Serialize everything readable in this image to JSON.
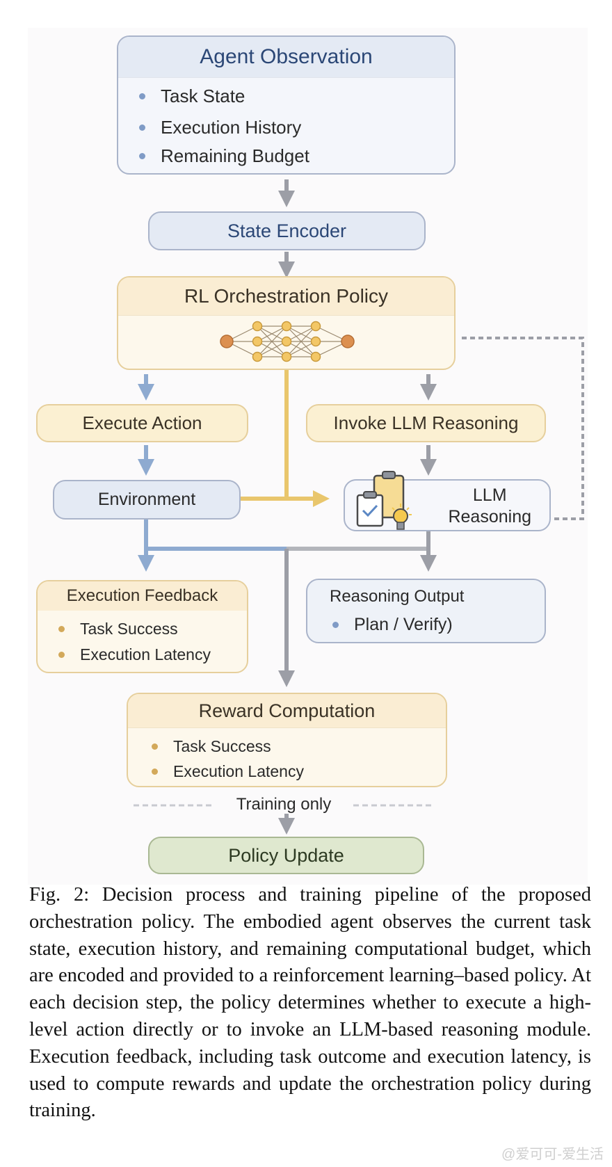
{
  "observation": {
    "title": "Agent Observation",
    "items": [
      "Task State",
      "Execution History",
      "Remaining Budget"
    ]
  },
  "encoder": {
    "title": "State Encoder"
  },
  "policy": {
    "title": "RL Orchestration Policy",
    "icon": "neural-network-icon"
  },
  "execute_action": {
    "title": "Execute Action"
  },
  "invoke_llm": {
    "title": "Invoke LLM Reasoning"
  },
  "environment": {
    "title": "Environment"
  },
  "llm_reasoning": {
    "title_line1": "LLM",
    "title_line2": "Reasoning",
    "icon": "clipboard-lightbulb-icon"
  },
  "execution_feedback": {
    "title": "Execution Feedback",
    "items": [
      "Task Success",
      "Execution Latency"
    ]
  },
  "reasoning_output": {
    "title": "Reasoning Output",
    "items": [
      "Plan / Verify)"
    ]
  },
  "reward": {
    "title": "Reward Computation",
    "items": [
      "Task Success",
      "Execution Latency"
    ]
  },
  "training_only": "Training only",
  "policy_update": {
    "title": "Policy Update"
  },
  "caption": "Fig. 2: Decision process and training pipeline of the pro­posed orchestration policy. The embodied agent observes the current task state, execution history, and remaining computa­tional budget, which are encoded and provided to a reinforce­ment learning–based policy. At each decision step, the policy determines whether to execute a high-level action directly or to invoke an LLM-based reasoning module. Execution feedback, including task outcome and execution latency, is used to compute rewards and update the orchestration policy during training.",
  "watermark": "@爱可可-爱生活",
  "colors": {
    "blue_border": "#aab4ca",
    "yellow_border": "#e6cf9c",
    "green_fill": "#dfe8cf",
    "gray_arrow": "#9c9ea6",
    "blue_arrow": "#8eaad0",
    "yellow_line": "#e9c66c"
  }
}
